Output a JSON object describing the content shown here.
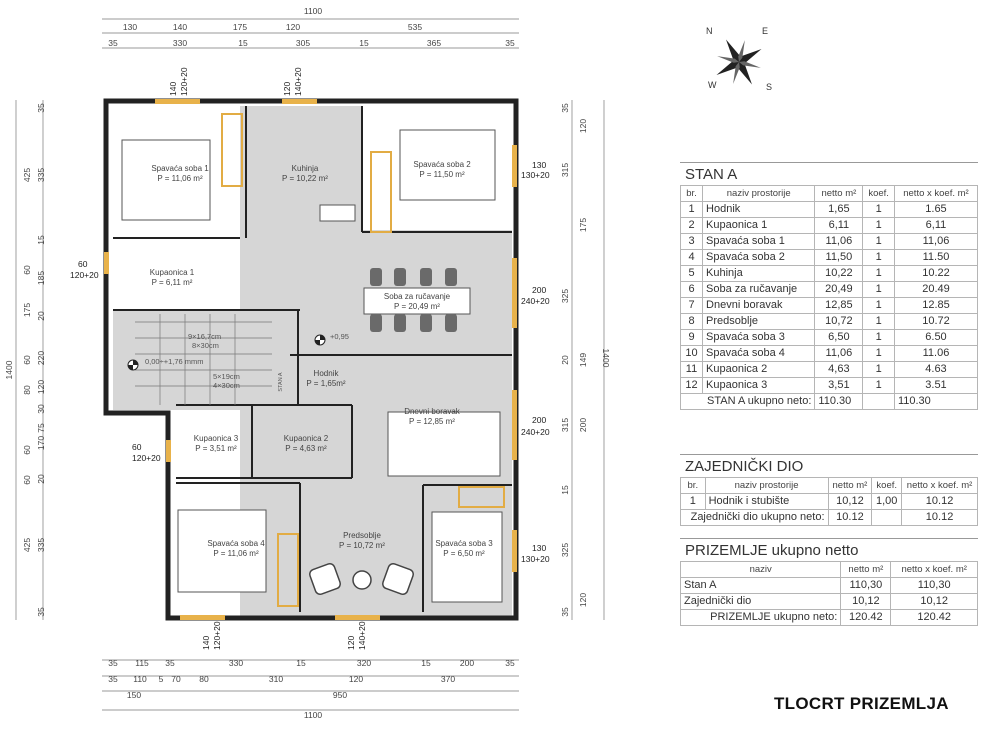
{
  "plan": {
    "top_dims_outer": [
      "1100"
    ],
    "top_dims_row1": [
      "130",
      "140",
      "175",
      "120",
      "535"
    ],
    "top_dims_row2": [
      "35",
      "330",
      "15",
      "305",
      "15",
      "365",
      "35"
    ],
    "bottom_dims_row1": [
      "35",
      "115",
      "35",
      "330",
      "15",
      "320",
      "15",
      "200",
      "35"
    ],
    "bottom_dims_row2": [
      "35",
      "110",
      "5",
      "70",
      "80",
      "310",
      "120",
      "370"
    ],
    "bottom_dims_row3": [
      "150",
      "950"
    ],
    "bottom_dims_outer": [
      "1100"
    ],
    "left_dims_inner": [
      "35",
      "335",
      "15",
      "185",
      "20",
      "220",
      "120",
      "30",
      "75",
      "170",
      "20",
      "335",
      "35"
    ],
    "left_dims_outer": [
      "425",
      "60",
      "175",
      "60",
      "80",
      "60",
      "60",
      "425"
    ],
    "left_total": "1400",
    "right_dims_inner": [
      "35",
      "120",
      "315",
      "175",
      "325",
      "20",
      "149",
      "200",
      "315",
      "15",
      "325",
      "120",
      "35"
    ],
    "right_total": "1400",
    "window_labels": {
      "w1": [
        "140",
        "120+20"
      ],
      "w2": [
        "120",
        "140+20"
      ],
      "w3": [
        "130",
        "130+20"
      ],
      "w4": [
        "60",
        "120+20"
      ],
      "w5": [
        "200",
        "240+20"
      ],
      "w6": [
        "200",
        "240+20"
      ],
      "w7": [
        "60",
        "120+20"
      ],
      "w8": [
        "130",
        "130+20"
      ],
      "w9": [
        "140",
        "120+20"
      ],
      "w10": [
        "120",
        "140+20"
      ]
    },
    "rooms": {
      "spavaca1": {
        "name": "Spavaća soba 1",
        "area": "P = 11,06 m²"
      },
      "kuhinja": {
        "name": "Kuhinja",
        "area": "P = 10,22 m²"
      },
      "spavaca2": {
        "name": "Spavaća soba 2",
        "area": "P = 11,50 m²"
      },
      "kupaonica1": {
        "name": "Kupaonica 1",
        "area": "P = 6,11 m²"
      },
      "soba_rucavanje": {
        "name": "Soba za ručavanje",
        "area": "P = 20,49 m²"
      },
      "hodnik": {
        "name": "Hodnik",
        "area": "P = 1,65m²"
      },
      "dnevni": {
        "name": "Dnevni boravak",
        "area": "P = 12,85 m²"
      },
      "kupaonica3": {
        "name": "Kupaonica 3",
        "area": "P = 3,51 m²"
      },
      "kupaonica2": {
        "name": "Kupaonica 2",
        "area": "P = 4,63 m²"
      },
      "spavaca4": {
        "name": "Spavaća soba 4",
        "area": "P = 11,06 m²"
      },
      "predsoblje": {
        "name": "Predsoblje",
        "area": "P = 10,72 m²"
      },
      "spavaca3": {
        "name": "Spavaća soba 3",
        "area": "P = 6,50 m²"
      }
    },
    "stair_notes": [
      "9×16,7cm",
      "8×30cm",
      "0,00÷+1,76 mmm",
      "5×19cm",
      "4×30cm"
    ],
    "level_mark": "+0,95",
    "stan_label": "STAN A"
  },
  "compass": {
    "n": "N",
    "e": "E",
    "s": "S",
    "w": "W"
  },
  "stan_a": {
    "title": "STAN A",
    "headers": [
      "br.",
      "naziv prostorije",
      "netto m²",
      "koef.",
      "netto x koef. m²"
    ],
    "rows": [
      [
        "1",
        "Hodnik",
        "1,65",
        "1",
        "1.65"
      ],
      [
        "2",
        "Kupaonica 1",
        "6,11",
        "1",
        "6,11"
      ],
      [
        "3",
        "Spavaća soba 1",
        "11,06",
        "1",
        "11,06"
      ],
      [
        "4",
        "Spavaća soba 2",
        "11,50",
        "1",
        "11.50"
      ],
      [
        "5",
        "Kuhinja",
        "10,22",
        "1",
        "10.22"
      ],
      [
        "6",
        "Soba za ručavanje",
        "20,49",
        "1",
        "20.49"
      ],
      [
        "7",
        "Dnevni boravak",
        "12,85",
        "1",
        "12.85"
      ],
      [
        "8",
        "Predsoblje",
        "10,72",
        "1",
        "10.72"
      ],
      [
        "9",
        "Spavaća soba 3",
        "6,50",
        "1",
        "6.50"
      ],
      [
        "10",
        "Spavaća soba 4",
        "11,06",
        "1",
        "11.06"
      ],
      [
        "11",
        "Kupaonica 2",
        "4,63",
        "1",
        "4.63"
      ],
      [
        "12",
        "Kupaonica 3",
        "3,51",
        "1",
        "3.51"
      ]
    ],
    "total_label": "STAN A ukupno neto:",
    "total_netto": "110.30",
    "total_koef": "110.30"
  },
  "zajednicki": {
    "title": "ZAJEDNIČKI DIO",
    "headers": [
      "br.",
      "naziv prostorije",
      "netto m²",
      "koef.",
      "netto x koef. m²"
    ],
    "rows": [
      [
        "1",
        "Hodnik i stubište",
        "10,12",
        "1,00",
        "10.12"
      ]
    ],
    "total_label": "Zajednički dio ukupno neto:",
    "total_netto": "10.12",
    "total_koef": "10.12"
  },
  "prizemlje": {
    "title": "PRIZEMLJE ukupno netto",
    "headers": [
      "naziv",
      "netto m²",
      "netto x koef. m²"
    ],
    "rows": [
      [
        "Stan A",
        "110,30",
        "110,30"
      ],
      [
        "Zajednički dio",
        "10,12",
        "10,12"
      ]
    ],
    "total_label": "PRIZEMLJE ukupno neto:",
    "total_netto": "120.42",
    "total_koef": "120.42"
  },
  "drawing_title": "TLOCRT PRIZEMLJA",
  "colors": {
    "wall": "#222222",
    "floor": "#d8d8d8",
    "window": "#e8b24a",
    "dim": "#555555"
  }
}
